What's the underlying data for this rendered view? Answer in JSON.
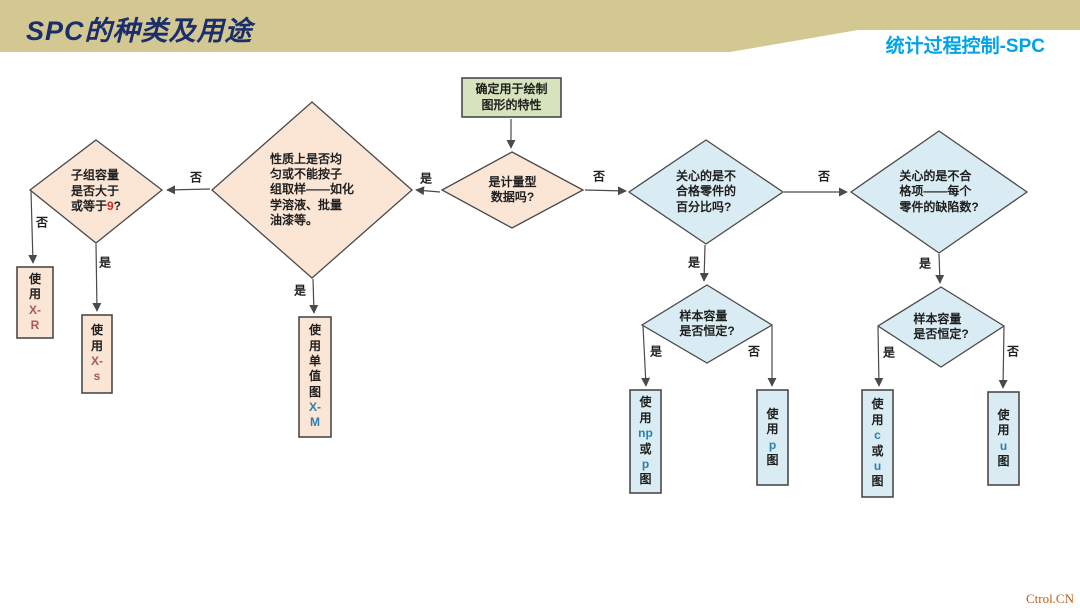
{
  "header": {
    "title": "SPC的种类及用途",
    "subtitle": "统计过程控制-SPC"
  },
  "watermark": "Ctrol.CN",
  "labels": {
    "yes": "是",
    "no": "否"
  },
  "colors": {
    "band": "#d3c892",
    "title_ink": "#1b2e6b",
    "subtitle_ink": "#00a3e8",
    "ink": "#1f1f1f",
    "line": "#4a4a4a",
    "green_fill": "#d6e3bc",
    "peach_fill": "#fbe5d5",
    "blue_fill": "#d9ecf3",
    "code_blue": "#2e7fab",
    "code_red": "#a65a5a",
    "accent_red": "#cc2a1e",
    "watermark_ink": "#bf5b16"
  },
  "nodes": {
    "start": {
      "text": "确定用于绘制\n图形的特性"
    },
    "variable_data": {
      "text": "是计量型\n数据吗?"
    },
    "homogeneous": {
      "text": "性质上是否均\n匀或不能按子\n组取样——如化\n学溶液、批量\n油漆等。"
    },
    "subgroup_size": {
      "prefix": "子组容量\n是否大于\n或等于",
      "highlight": "9",
      "suffix": "?"
    },
    "percent_nonconforming": {
      "text": "关心的是不\n合格零件的\n百分比吗?"
    },
    "nonconformities": {
      "text": "关心的是不合\n格项——每个\n零件的缺陷数?"
    },
    "sample_constant_left": {
      "text": "样本容量\n是否恒定?"
    },
    "sample_constant_right": {
      "text": "样本容量\n是否恒定?"
    },
    "use_xr": {
      "prefix": "使\n用\n",
      "code": "X-\nR"
    },
    "use_xs": {
      "prefix": "使\n用\n",
      "code": "X-\ns"
    },
    "use_xm": {
      "prefix": "使\n用\n单\n值\n图\n",
      "code": "X-\nM"
    },
    "use_np_p": {
      "prefix": "使\n用\n",
      "code1": "np",
      "mid": "\n或\n",
      "code2": "p",
      "suffix": "\n图"
    },
    "use_p": {
      "prefix": "使\n用\n",
      "code": "p",
      "suffix": "\n图"
    },
    "use_c_u": {
      "prefix": "使\n用\n",
      "code1": "c",
      "mid": "\n或\n",
      "code2": "u",
      "suffix": "\n图"
    },
    "use_u": {
      "prefix": "使\n用\n",
      "code": "u",
      "suffix": "\n图"
    }
  }
}
